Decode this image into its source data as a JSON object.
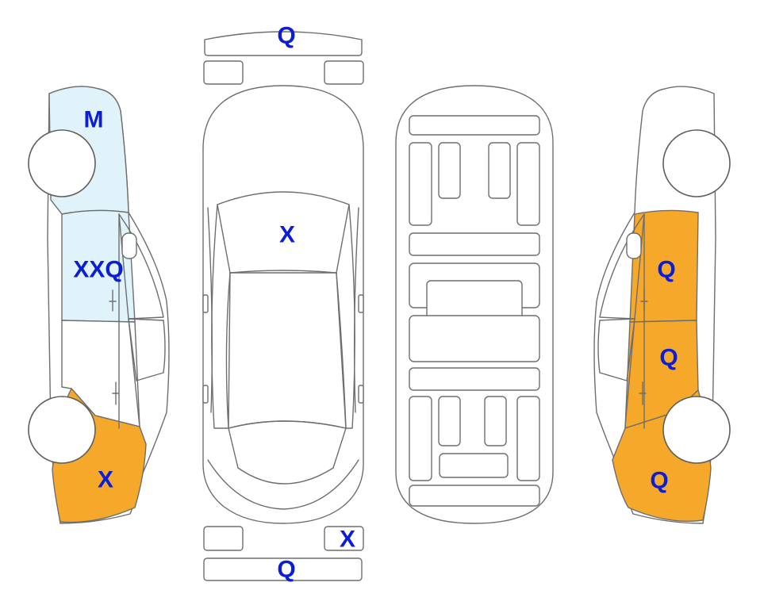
{
  "colors": {
    "damage": "#f6a82b",
    "marked": "#e0f3fa",
    "label": "#0b1ed6",
    "outline": "#6e6e6e"
  },
  "zones": {
    "front_bumper": {
      "label": "Q",
      "state": "damage"
    },
    "hood": {
      "label": "X",
      "state": "damage"
    },
    "rear_right_light": {
      "label": "X",
      "state": "damage"
    },
    "rear_bumper": {
      "label": "Q",
      "state": "damage"
    },
    "left_front_fender": {
      "label": "M",
      "state": "marked"
    },
    "left_front_door": {
      "label": "XXQ",
      "state": "marked"
    },
    "left_rear_quarter": {
      "label": "X",
      "state": "damage"
    },
    "right_front_door": {
      "label": "Q",
      "state": "damage"
    },
    "right_rear_door": {
      "label": "Q",
      "state": "damage"
    },
    "right_rear_quarter": {
      "label": "Q",
      "state": "damage"
    }
  }
}
